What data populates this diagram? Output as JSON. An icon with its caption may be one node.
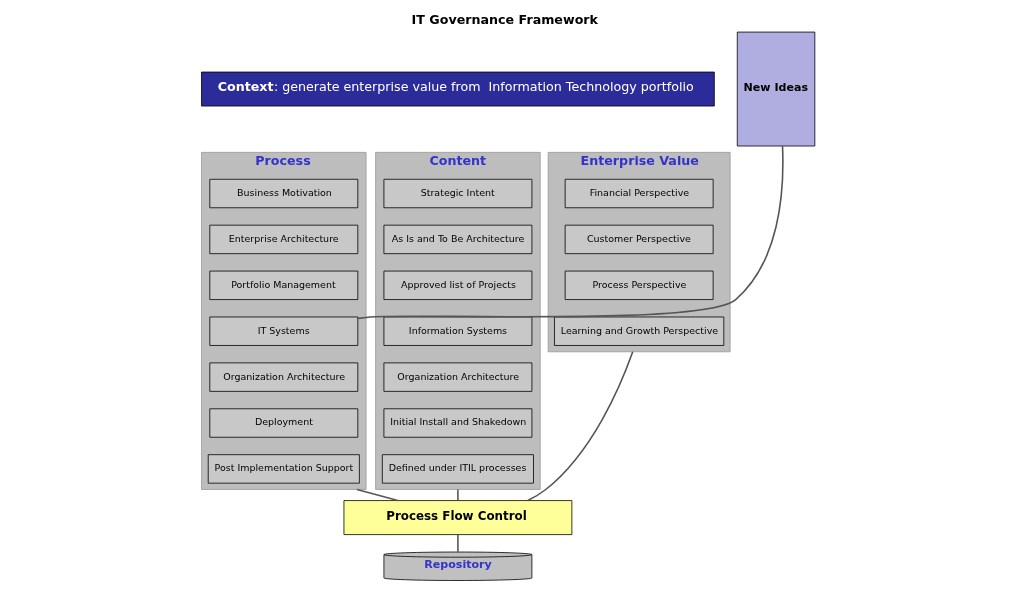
{
  "diagram": {
    "title": "IT Governance Framework",
    "nodes": [
      {
        "text": [
          "**Context**: generate enterprise value from  Information Technology portfolio"
        ]
      },
      {
        "text": [
          "Process"
        ]
      },
      {
        "text": [
          "Business Motivation"
        ],
        "in": 1
      },
      {
        "text": [
          "Enterprise Architecture"
        ],
        "in": 1
      },
      {
        "text": [
          "Portfolio Management"
        ],
        "in": 1
      },
      {
        "text": [
          "IT Systems"
        ],
        "in": 1
      },
      {
        "text": [
          "Organization Architecture"
        ],
        "in": 1
      },
      {
        "text": [
          "Deployment"
        ],
        "in": 1
      },
      {
        "text": [
          "Post Implementation Support"
        ],
        "in": 1
      },
      {
        "text": [
          "Content"
        ]
      },
      {
        "text": [
          "Strategic Intent"
        ],
        "in": 9
      },
      {
        "text": [
          "As Is and To Be Architecture"
        ],
        "in": 9
      },
      {
        "text": [
          "Approved list of Projects"
        ],
        "in": 9
      },
      {
        "text": [
          "Information Systems"
        ],
        "in": 9
      },
      {
        "text": [
          "Organization Architecture"
        ],
        "in": 9
      },
      {
        "text": [
          "Initial Install and Shakedown"
        ],
        "in": 9
      },
      {
        "text": [
          "Defined under ITIL processes"
        ],
        "in": 9
      },
      {
        "text": [
          "Enterprise Value"
        ]
      },
      {
        "text": [
          "Financial Perspective"
        ],
        "in": 17
      },
      {
        "text": [
          "Customer Perspective"
        ],
        "in": 17
      },
      {
        "text": [
          "Process Perspective"
        ],
        "in": 17
      },
      {
        "text": [
          "Learning and Growth Perspective"
        ],
        "in": 17
      },
      {
        "text": [
          "New Ideas"
        ]
      },
      {
        "text": [
          "Process Flow Control"
        ]
      },
      {
        "text": [
          "Repository"
        ]
      }
    ],
    "edges": [
      {
        "from": 22,
        "to": 5,
        "arrow": "none"
      },
      {
        "from": 1,
        "to": 23,
        "arrow": "none"
      },
      {
        "from": 9,
        "to": 23,
        "arrow": "none"
      },
      {
        "from": 17,
        "to": 23,
        "arrow": "none"
      },
      {
        "from": 23,
        "to": 24,
        "arrow": "none"
      }
    ]
  }
}
